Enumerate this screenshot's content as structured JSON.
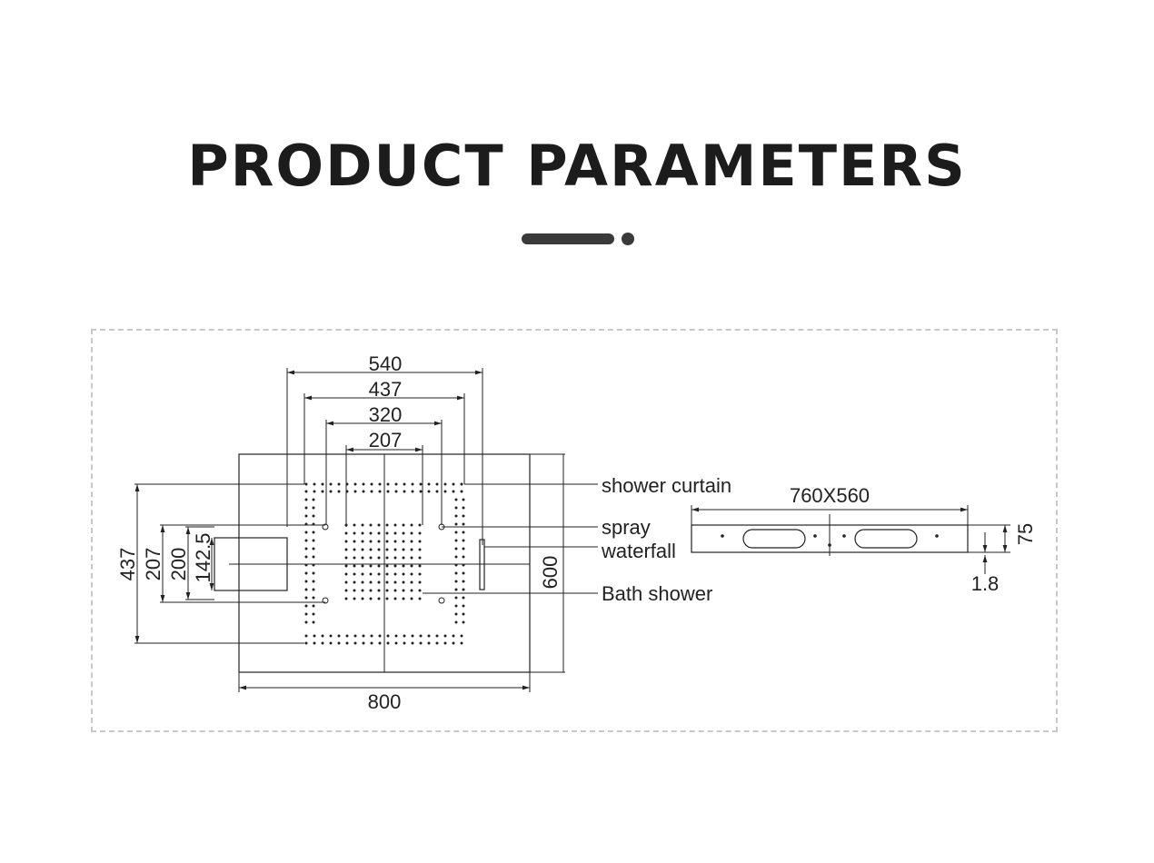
{
  "header": {
    "title": "PRODUCT PARAMETERS"
  },
  "diagram": {
    "dimensions": {
      "top_540": "540",
      "top_437": "437",
      "top_320": "320",
      "top_207": "207",
      "bottom_800": "800",
      "right_600": "600",
      "left_437": "437",
      "left_207": "207",
      "left_200": "200",
      "left_142_5": "142.5",
      "side_size": "760X560",
      "side_height": "75",
      "side_thickness": "1.8"
    },
    "callouts": {
      "shower_curtain": "shower curtain",
      "spray": "spray",
      "waterfall": "waterfall",
      "bath_shower": "Bath shower"
    }
  }
}
